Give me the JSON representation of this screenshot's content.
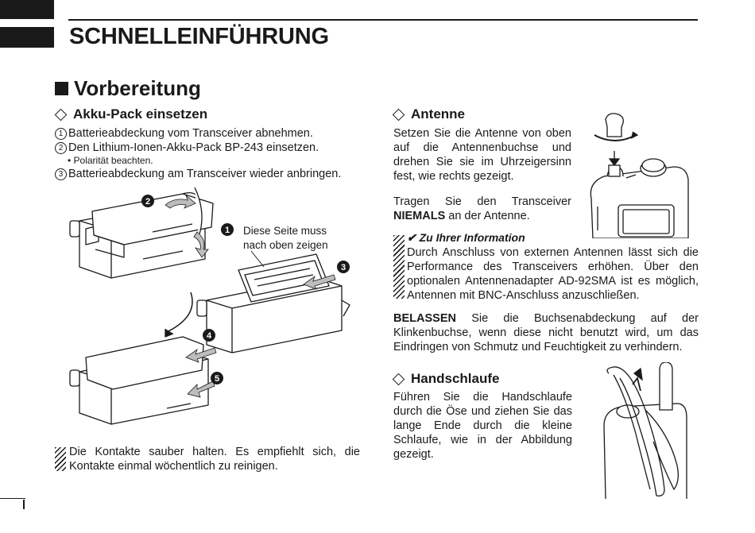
{
  "page": {
    "title": "SCHNELLEINFÜHRUNG"
  },
  "section": {
    "title": "Vorbereitung"
  },
  "akku": {
    "heading": "Akku-Pack einsetzen",
    "steps": [
      {
        "num": "1",
        "text": "Batterieabdeckung vom Transceiver abnehmen."
      },
      {
        "num": "2",
        "text": "Den Lithium-Ionen-Akku-Pack BP-243 einsetzen."
      },
      {
        "num": "3",
        "text": "Batterieabdeckung am Transceiver wieder anbringen."
      }
    ],
    "bullet": "• Polarität beachten.",
    "figure": {
      "callout_line1": "Diese Seite muss",
      "callout_line2": "nach oben zeigen",
      "markers": [
        "2",
        "1",
        "3",
        "4",
        "5"
      ]
    },
    "note": "Die Kontakte sauber halten. Es empfiehlt sich, die Kontakte einmal wöchentlich zu reinigen."
  },
  "antenne": {
    "heading": "Antenne",
    "text": "Setzen Sie die Antenne von oben auf die Antennenbuchse und drehen Sie sie im Uhrzeigersinn fest, wie rechts gezeigt.",
    "warning_pre": "Tragen Sie den Transceiver ",
    "warning_bold": "NIEMALS",
    "warning_post": " an der Antenne.",
    "info_title": "Zu Ihrer Information",
    "info_text": "Durch Anschluss von externen Antennen lässt sich die Performance des Transceivers erhöhen. Über den optionalen Antennenadapter AD-92SMA ist es möglich, Antennen mit BNC-Anschluss anzuschließen.",
    "belassen_bold": "BELASSEN",
    "belassen_text": " Sie die Buchsenabdeckung auf der Klinkenbuchse, wenn diese nicht benutzt wird, um das Eindringen von Schmutz und Feuchtigkeit zu verhindern."
  },
  "handschlaufe": {
    "heading": "Handschlaufe",
    "text": "Führen Sie die Handschlaufe durch die Öse und ziehen Sie das lange Ende durch die kleine Schlaufe, wie in der Abbildung gezeigt."
  },
  "footer": {
    "page_number": ""
  }
}
